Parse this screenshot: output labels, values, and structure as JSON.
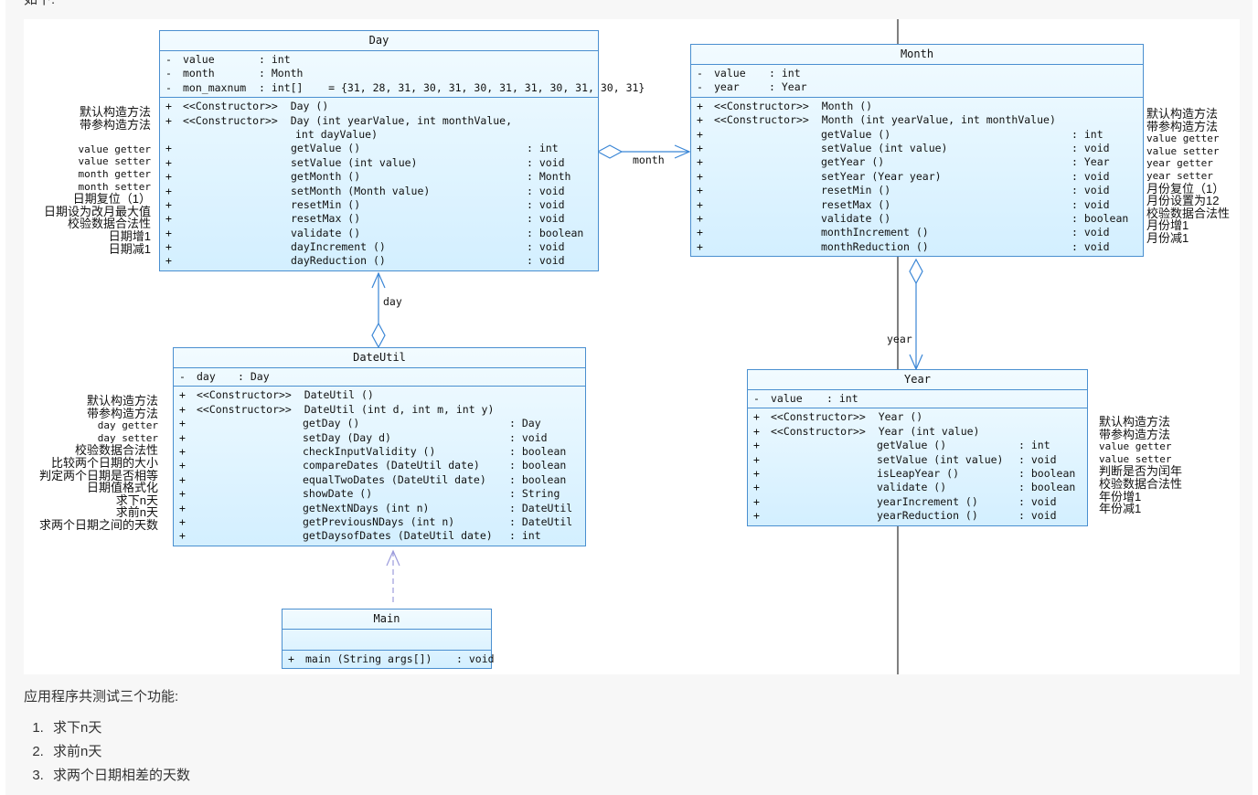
{
  "header_text": "如下:",
  "footer_text": "应用程序共测试三个功能:",
  "functions": [
    "求下n天",
    "求前n天",
    "求两个日期相差的天数"
  ],
  "colors": {
    "class_border": "#4a8fd0",
    "class_fill_top": "#f2fbff",
    "class_fill_bottom": "#d3efff",
    "association": "#3a86d6",
    "dependency": "#9b9bdc"
  },
  "classes": {
    "day": {
      "name": "Day",
      "attributes": [
        {
          "vis": "-",
          "name": "value",
          "type": ": int"
        },
        {
          "vis": "-",
          "name": "month",
          "type": ": Month"
        },
        {
          "vis": "-",
          "name": "mon_maxnum",
          "type": ": int[]    = {31, 28, 31, 30, 31, 30, 31, 31, 30, 31, 30, 31}"
        }
      ],
      "operations": [
        {
          "vis": "+",
          "sig": "<<Constructor>>  Day ()",
          "type": ""
        },
        {
          "vis": "+",
          "sig": "<<Constructor>>  Day (int yearValue, int monthValue,",
          "type": ""
        },
        {
          "vis": "",
          "sig": "int dayValue)",
          "type": ""
        },
        {
          "vis": "+",
          "sig": "getValue ()",
          "type": ": int"
        },
        {
          "vis": "+",
          "sig": "setValue (int value)",
          "type": ": void"
        },
        {
          "vis": "+",
          "sig": "getMonth ()",
          "type": ": Month"
        },
        {
          "vis": "+",
          "sig": "setMonth (Month value)",
          "type": ": void"
        },
        {
          "vis": "+",
          "sig": "resetMin ()",
          "type": ": void"
        },
        {
          "vis": "+",
          "sig": "resetMax ()",
          "type": ": void"
        },
        {
          "vis": "+",
          "sig": "validate ()",
          "type": ": boolean"
        },
        {
          "vis": "+",
          "sig": "dayIncrement ()",
          "type": ": void"
        },
        {
          "vis": "+",
          "sig": "dayReduction ()",
          "type": ": void"
        }
      ],
      "notes": [
        "默认构造方法",
        "带参构造方法",
        "",
        "value getter",
        "value setter",
        "month getter",
        "month setter",
        "日期复位（1）",
        "日期设为改月最大值",
        "校验数据合法性",
        "日期增1",
        "日期减1"
      ]
    },
    "month": {
      "name": "Month",
      "attributes": [
        {
          "vis": "-",
          "name": "value",
          "type": ": int"
        },
        {
          "vis": "-",
          "name": "year",
          "type": ": Year"
        }
      ],
      "operations": [
        {
          "vis": "+",
          "sig": "<<Constructor>>  Month ()",
          "type": ""
        },
        {
          "vis": "+",
          "sig": "<<Constructor>>  Month (int yearValue, int monthValue)",
          "type": ""
        },
        {
          "vis": "+",
          "sig": "getValue ()",
          "type": ": int"
        },
        {
          "vis": "+",
          "sig": "setValue (int value)",
          "type": ": void"
        },
        {
          "vis": "+",
          "sig": "getYear ()",
          "type": ": Year"
        },
        {
          "vis": "+",
          "sig": "setYear (Year year)",
          "type": ": void"
        },
        {
          "vis": "+",
          "sig": "resetMin ()",
          "type": ": void"
        },
        {
          "vis": "+",
          "sig": "resetMax ()",
          "type": ": void"
        },
        {
          "vis": "+",
          "sig": "validate ()",
          "type": ": boolean"
        },
        {
          "vis": "+",
          "sig": "monthIncrement ()",
          "type": ": void"
        },
        {
          "vis": "+",
          "sig": "monthReduction ()",
          "type": ": void"
        }
      ],
      "notes": [
        "默认构造方法",
        "带参构造方法",
        "value getter",
        "value setter",
        "year getter",
        "year setter",
        "月份复位（1）",
        "月份设置为12",
        "校验数据合法性",
        "月份增1",
        "月份减1"
      ]
    },
    "dateutil": {
      "name": "DateUtil",
      "attributes": [
        {
          "vis": "-",
          "name": "day",
          "type": ": Day"
        }
      ],
      "operations": [
        {
          "vis": "+",
          "sig": "<<Constructor>>  DateUtil ()",
          "type": ""
        },
        {
          "vis": "+",
          "sig": "<<Constructor>>  DateUtil (int d, int m, int y)",
          "type": ""
        },
        {
          "vis": "+",
          "sig": "getDay ()",
          "type": ": Day"
        },
        {
          "vis": "+",
          "sig": "setDay (Day d)",
          "type": ": void"
        },
        {
          "vis": "+",
          "sig": "checkInputValidity ()",
          "type": ": boolean"
        },
        {
          "vis": "+",
          "sig": "compareDates (DateUtil date)",
          "type": ": boolean"
        },
        {
          "vis": "+",
          "sig": "equalTwoDates (DateUtil date)",
          "type": ": boolean"
        },
        {
          "vis": "+",
          "sig": "showDate ()",
          "type": ": String"
        },
        {
          "vis": "+",
          "sig": "getNextNDays (int n)",
          "type": ": DateUtil"
        },
        {
          "vis": "+",
          "sig": "getPreviousNDays (int n)",
          "type": ": DateUtil"
        },
        {
          "vis": "+",
          "sig": "getDaysofDates (DateUtil date)",
          "type": ": int"
        }
      ],
      "notes": [
        "默认构造方法",
        "带参构造方法",
        "day getter",
        "day setter",
        "校验数据合法性",
        "比较两个日期的大小",
        "判定两个日期是否相等",
        "日期值格式化",
        "求下n天",
        "求前n天",
        "求两个日期之间的天数"
      ]
    },
    "year": {
      "name": "Year",
      "attributes": [
        {
          "vis": "-",
          "name": "value",
          "type": ": int"
        }
      ],
      "operations": [
        {
          "vis": "+",
          "sig": "<<Constructor>>  Year ()",
          "type": ""
        },
        {
          "vis": "+",
          "sig": "<<Constructor>>  Year (int value)",
          "type": ""
        },
        {
          "vis": "+",
          "sig": "getValue ()",
          "type": ": int"
        },
        {
          "vis": "+",
          "sig": "setValue (int value)",
          "type": ": void"
        },
        {
          "vis": "+",
          "sig": "isLeapYear ()",
          "type": ": boolean"
        },
        {
          "vis": "+",
          "sig": "validate ()",
          "type": ": boolean"
        },
        {
          "vis": "+",
          "sig": "yearIncrement ()",
          "type": ": void"
        },
        {
          "vis": "+",
          "sig": "yearReduction ()",
          "type": ": void"
        }
      ],
      "notes": [
        "默认构造方法",
        "带参构造方法",
        "value getter",
        "value setter",
        "判断是否为闰年",
        "校验数据合法性",
        "年份增1",
        "年份减1"
      ]
    },
    "main": {
      "name": "Main",
      "attributes": [],
      "operations": [
        {
          "vis": "+",
          "sig": "main (String args[])",
          "type": ": void"
        }
      ],
      "notes": []
    }
  },
  "associations": {
    "day_month": "month",
    "dateutil_day": "day",
    "month_year": "year"
  }
}
